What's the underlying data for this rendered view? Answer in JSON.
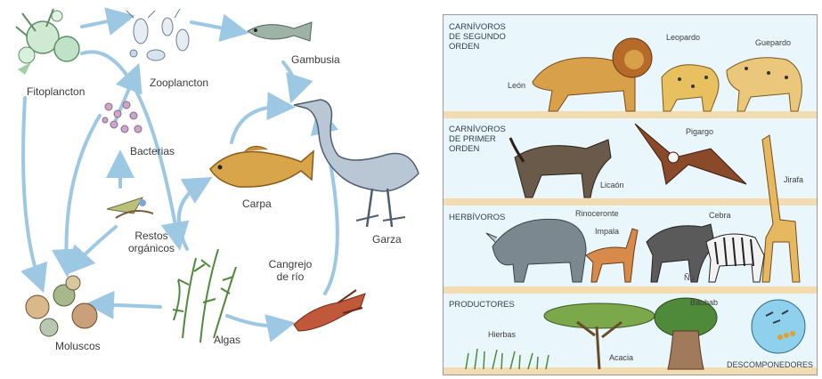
{
  "food_web": {
    "labels": {
      "fitoplancton": "Fitoplancton",
      "zooplancton": "Zooplancton",
      "gambusia": "Gambusia",
      "bacterias": "Bacterias",
      "carpa": "Carpa",
      "garza": "Garza",
      "restos_line1": "Restos",
      "restos_line2": "orgánicos",
      "cangrejo_line1": "Cangrejo",
      "cangrejo_line2": "de río",
      "algas": "Algas",
      "moluscos": "Moluscos"
    }
  },
  "pyramid": {
    "sections": {
      "s2_line1": "CARNÍVOROS",
      "s2_line2": "DE SEGUNDO",
      "s2_line3": "ORDEN",
      "s1_line1": "CARNÍVOROS",
      "s1_line2": "DE PRIMER",
      "s1_line3": "ORDEN",
      "herb": "HERBÍVOROS",
      "prod": "PRODUCTORES"
    },
    "animals": {
      "leon": "León",
      "leopardo": "Leopardo",
      "guepardo": "Guepardo",
      "licaon": "Licaón",
      "pigargo": "Pigargo",
      "jirafa": "Jirafa",
      "rinoceronte": "Rinoceronte",
      "impala": "Impala",
      "cebra": "Cebra",
      "nu": "Ñu",
      "baobab": "Baobab",
      "hierbas": "Hierbas",
      "acacia": "Acacia",
      "descomponedores": "DESCOMPONEDORES"
    }
  },
  "colors": {
    "arrow": "#9cc8e4",
    "band": "#f4dcb2",
    "panel_bg": "#e9f6fb"
  }
}
